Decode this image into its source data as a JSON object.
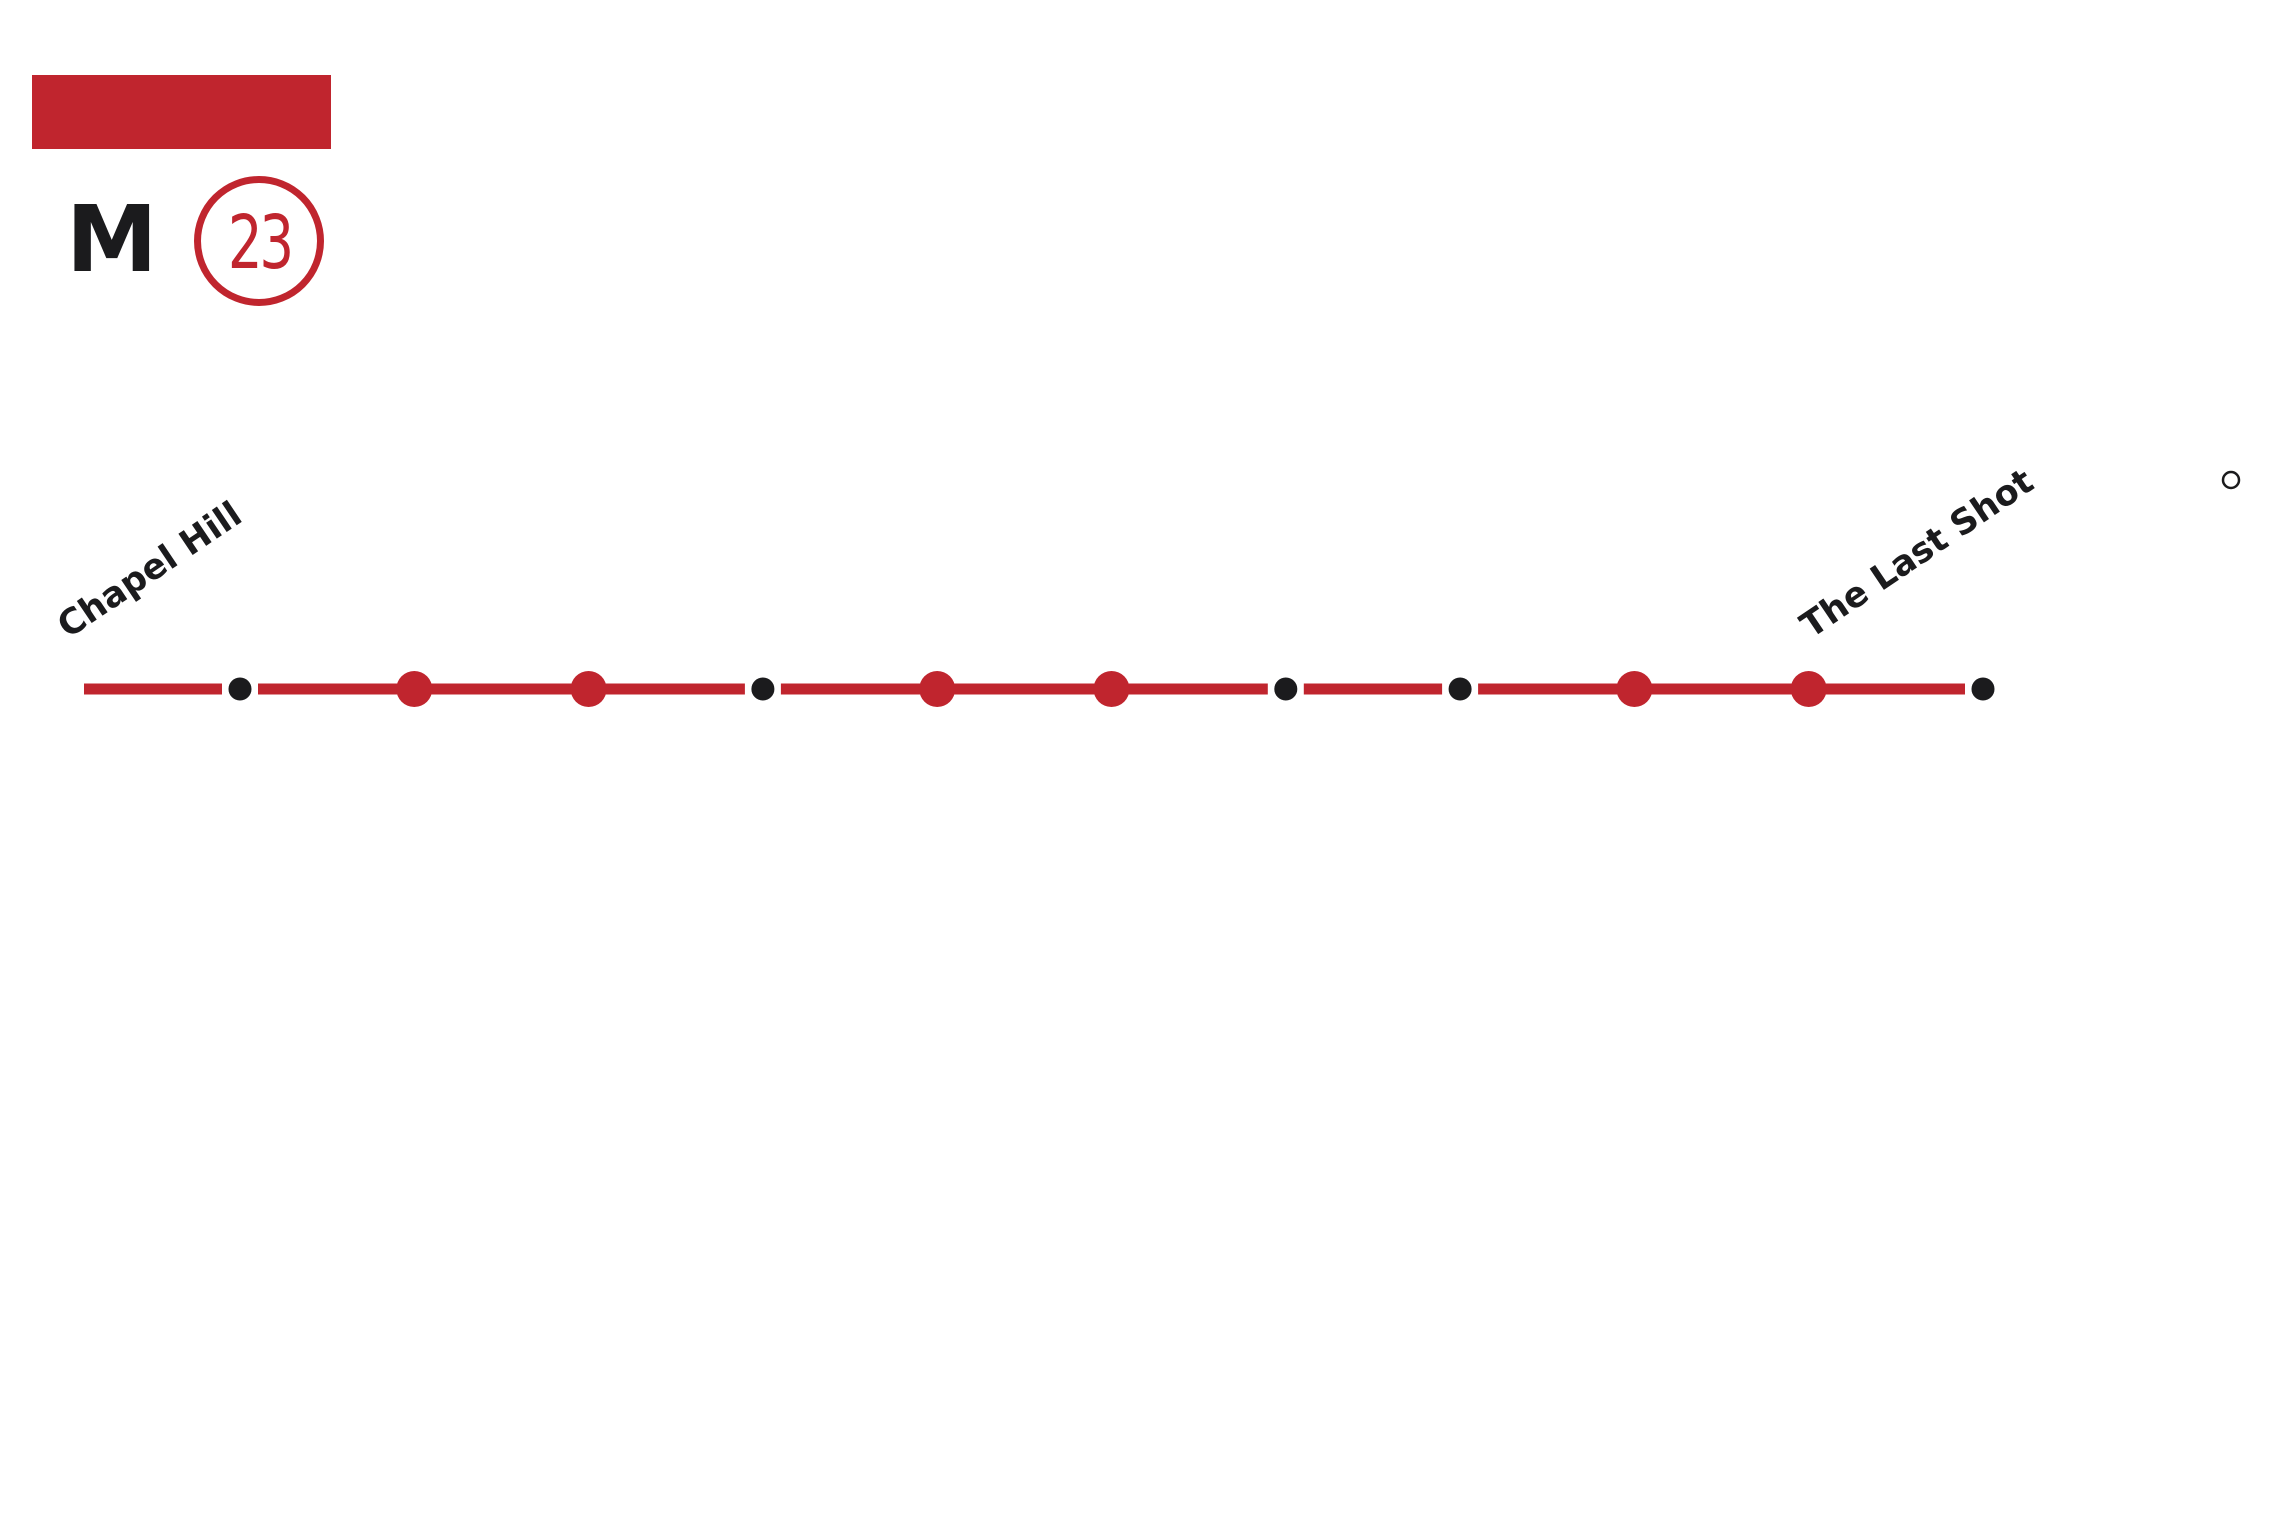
{
  "route": {
    "mode_letter": "M",
    "number": "23",
    "color": "#c0252e",
    "text_color": "#1b1b1d"
  },
  "stations": [
    {
      "name": "Chapel Hill",
      "marker": "black",
      "label_shown": true,
      "terminus_icon": false
    },
    {
      "name": "",
      "marker": "red",
      "label_shown": false,
      "terminus_icon": false
    },
    {
      "name": "",
      "marker": "red",
      "label_shown": false,
      "terminus_icon": false
    },
    {
      "name": "",
      "marker": "black",
      "label_shown": false,
      "terminus_icon": false
    },
    {
      "name": "",
      "marker": "red",
      "label_shown": false,
      "terminus_icon": false
    },
    {
      "name": "",
      "marker": "red",
      "label_shown": false,
      "terminus_icon": false
    },
    {
      "name": "",
      "marker": "black",
      "label_shown": false,
      "terminus_icon": false
    },
    {
      "name": "",
      "marker": "black",
      "label_shown": false,
      "terminus_icon": false
    },
    {
      "name": "",
      "marker": "red",
      "label_shown": false,
      "terminus_icon": false
    },
    {
      "name": "",
      "marker": "red",
      "label_shown": false,
      "terminus_icon": false
    },
    {
      "name": "The Last Shot",
      "marker": "black",
      "label_shown": true,
      "terminus_icon": true
    }
  ]
}
